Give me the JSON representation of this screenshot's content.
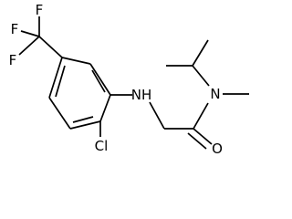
{
  "molecule": {
    "atoms": {
      "f_top": "F",
      "f_left_upper": "F",
      "f_left_lower": "F",
      "nh": "NH",
      "cl": "Cl",
      "n": "N",
      "o": "O"
    }
  }
}
